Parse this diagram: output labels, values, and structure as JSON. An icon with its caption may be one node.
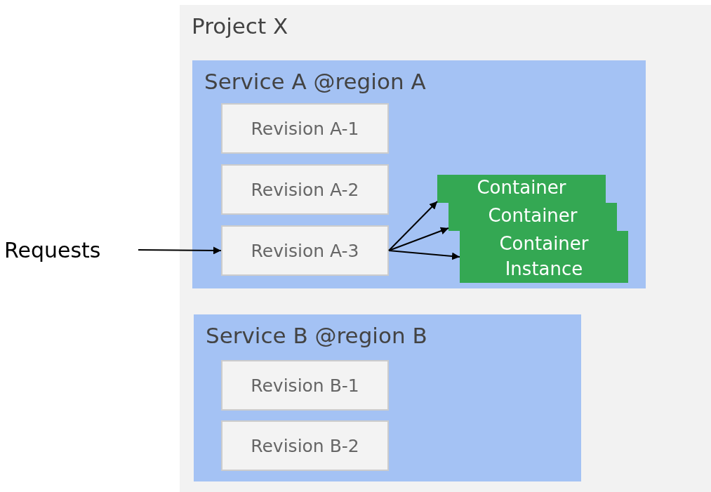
{
  "diagram": {
    "nodes": [
      {
        "text": [
          "Project X"
        ]
      },
      {
        "text": [
          "Service A @region A"
        ],
        "in": 0
      },
      {
        "text": [
          "Revision A-1"
        ],
        "in": 1
      },
      {
        "text": [
          "Revision A-2"
        ],
        "in": 1
      },
      {
        "text": [
          "Revision A-3"
        ],
        "in": 1
      },
      {
        "text": [
          "Container"
        ],
        "in": 1
      },
      {
        "text": [
          "Container"
        ],
        "in": 1
      },
      {
        "text": [
          "Container Instance"
        ],
        "in": 1
      },
      {
        "text": [
          "Service B @region B"
        ],
        "in": 0
      },
      {
        "text": [
          "Revision B-1"
        ],
        "in": 8
      },
      {
        "text": [
          "Revision B-2"
        ],
        "in": 8
      },
      {
        "text": [
          "Requests"
        ]
      }
    ],
    "edges": [
      {
        "from": 11,
        "to": 4,
        "arrow": "to"
      },
      {
        "from": 4,
        "to": 5,
        "arrow": "to"
      },
      {
        "from": 4,
        "to": 6,
        "arrow": "to"
      },
      {
        "from": 4,
        "to": 7,
        "arrow": "to"
      }
    ]
  }
}
